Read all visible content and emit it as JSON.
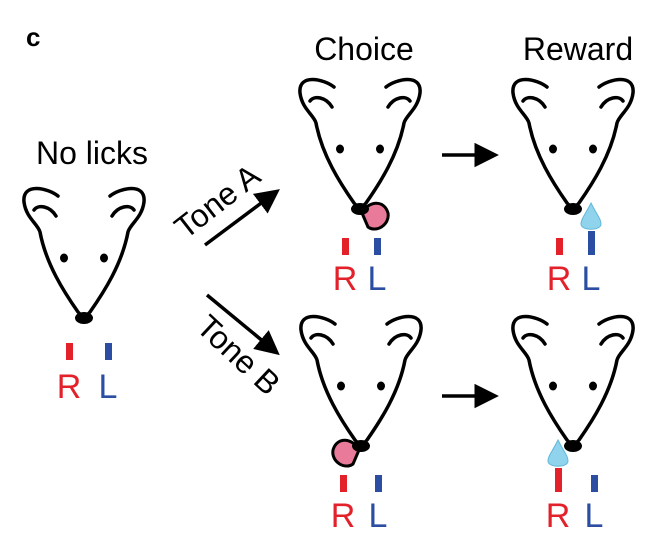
{
  "panel_label": "c",
  "headers": {
    "start": "No licks",
    "choice": "Choice",
    "reward": "Reward"
  },
  "arrow_labels": {
    "top": "Tone A",
    "bottom": "Tone B"
  },
  "spout_labels": {
    "right": "R",
    "left": "L"
  },
  "colors": {
    "right_spout": "#e3212a",
    "left_spout": "#2b4ea2",
    "tongue": "#ea7a9a",
    "water_drop": "#8fd3ec",
    "line": "#000000"
  },
  "mice": [
    {
      "id": "start",
      "tongue": "none",
      "drop": "none"
    },
    {
      "id": "choice-a",
      "tongue": "left",
      "drop": "none"
    },
    {
      "id": "choice-b",
      "tongue": "right",
      "drop": "none"
    },
    {
      "id": "reward-a",
      "tongue": "none",
      "drop": "left"
    },
    {
      "id": "reward-b",
      "tongue": "none",
      "drop": "right"
    }
  ]
}
